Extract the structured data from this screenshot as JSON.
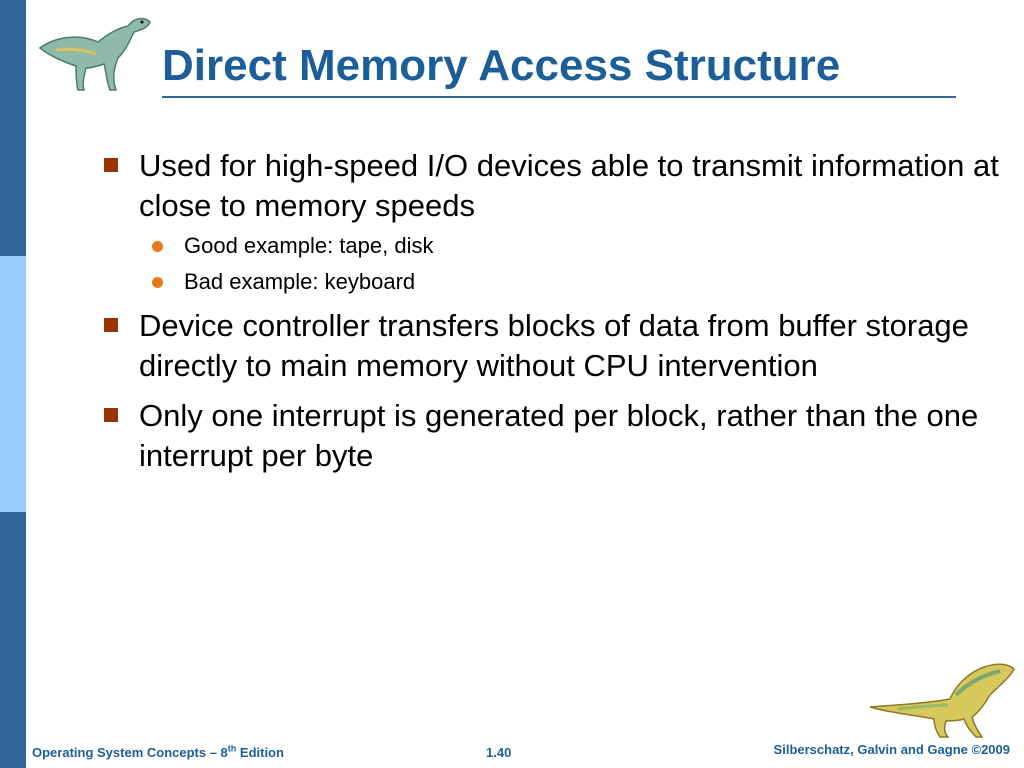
{
  "title": "Direct Memory Access Structure",
  "bullets": [
    {
      "text": "Used for high-speed I/O devices able to transmit information at close to memory speeds",
      "sub": [
        "Good example: tape, disk",
        "Bad example: keyboard"
      ]
    },
    {
      "text": "Device controller transfers blocks of data from buffer storage directly to main memory without CPU intervention"
    },
    {
      "text": "Only one interrupt is generated per block, rather than the one interrupt per byte"
    }
  ],
  "footer": {
    "book_prefix": "Operating System Concepts – 8",
    "book_sup": "th",
    "book_suffix": " Edition",
    "page_number": "1.40",
    "copyright": "Silberschatz, Galvin and Gagne ©2009"
  },
  "colors": {
    "sidebar_dark": "#336699",
    "sidebar_light": "#99CCFF",
    "title": "#1c5e9a",
    "bullet_marker": "#993300",
    "sub_bullet_dot": "#e87a1c"
  }
}
